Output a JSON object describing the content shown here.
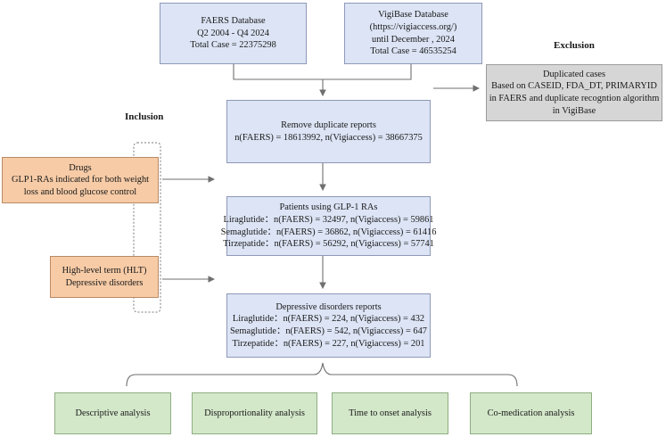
{
  "source_faers": {
    "lines": [
      "FAERS Database",
      "Q2 2004 - Q4 2024",
      "Total Case = 22375298"
    ]
  },
  "source_vigibase": {
    "lines": [
      "VigiBase Database",
      "(https://vigiaccess.org/)",
      "until December , 2024",
      "Total Case = 46535254"
    ]
  },
  "exclusion": {
    "label": "Exclusion",
    "lines": [
      "Duplicated cases",
      "Based on CASEID, FDA_DT, PRIMARYID",
      "in FAERS and duplicate recogntion algorithm",
      "in VigiBase"
    ]
  },
  "remove_duplicates": {
    "lines": [
      "Remove duplicate reports",
      "n(FAERS) = 18613992, n(Vigiaccess) = 38667375"
    ]
  },
  "inclusion": {
    "label": "Inclusion",
    "drugs": {
      "lines": [
        "Drugs",
        "GLP1-RAs indicated for both weight",
        "loss and blood glucose control"
      ]
    },
    "hlt": {
      "lines": [
        "High-level term (HLT)",
        "Depressive disorders"
      ]
    }
  },
  "patients": {
    "lines": [
      "Patients using GLP-1 RAs",
      "Liraglutide：n(FAERS) = 32497, n(Vigiaccess) = 59861",
      "Semaglutide：n(FAERS) = 36862, n(Vigiaccess) = 61416",
      "Tirzepatide：n(FAERS) = 56292, n(Vigiaccess) = 57741"
    ]
  },
  "depressive": {
    "lines": [
      "Depressive disorders reports",
      "Liraglutide：n(FAERS) = 224, n(Vigiaccess) = 432",
      "Semaglutide：n(FAERS) = 542, n(Vigiaccess) = 647",
      "Tirzepatide：n(FAERS) = 227, n(Vigiaccess) = 201"
    ]
  },
  "analyses": [
    "Descriptive analysis",
    "Disproportionality analysis",
    "Time to onset analysis",
    "Co-medication analysis"
  ],
  "colors": {
    "blue_box": "#dce4f5",
    "grey_box": "#d6d6d6",
    "peach_box": "#f6cba6",
    "green_box": "#d3e7c9",
    "line": "#6f6f6f"
  }
}
